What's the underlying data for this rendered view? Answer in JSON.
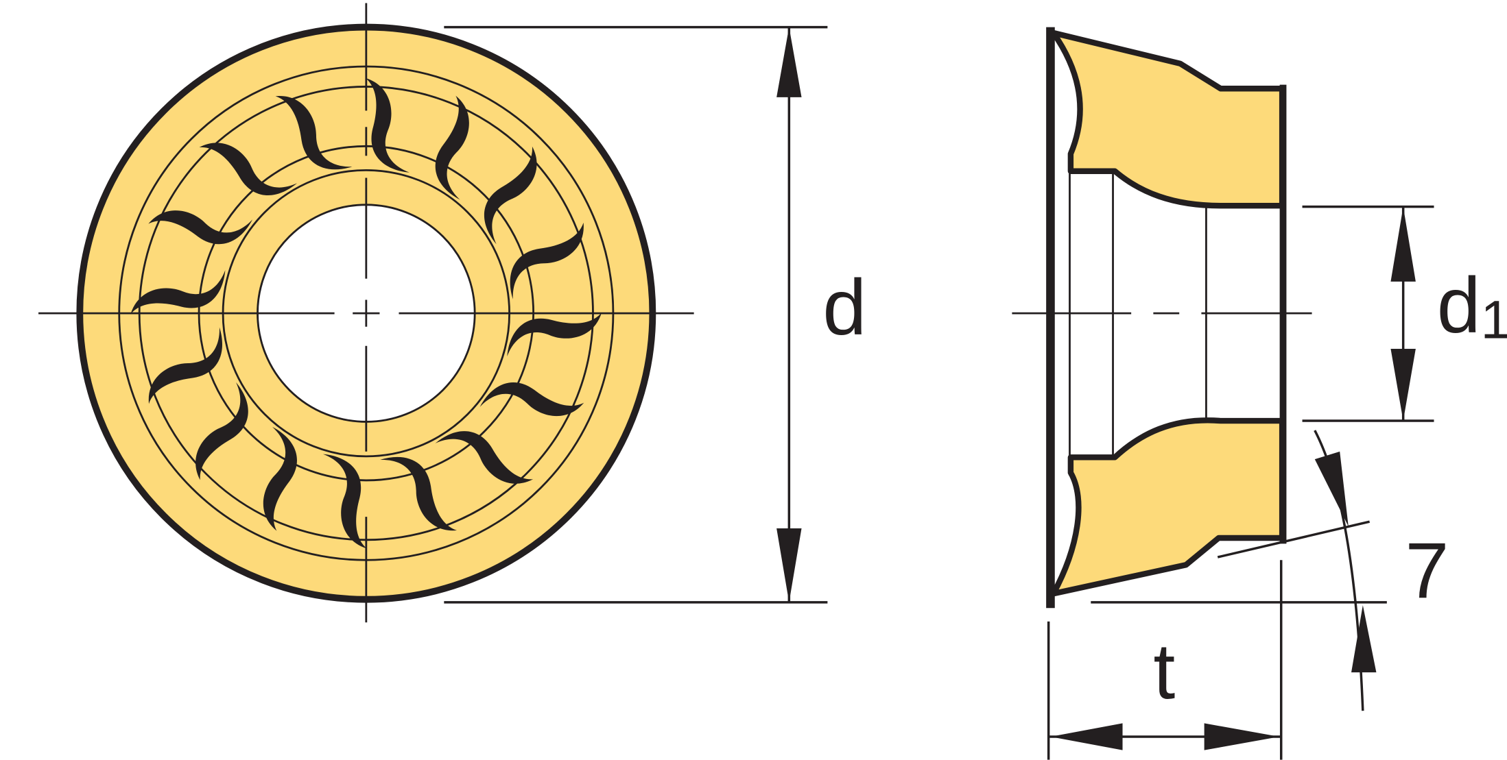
{
  "labels": {
    "diameter": "d",
    "bore_diameter_main": "d",
    "bore_diameter_sub": "1",
    "angle": "7",
    "thickness": "t"
  },
  "colors": {
    "insert_fill": "#FDDA7A",
    "outline": "#231F20",
    "background": "#FFFFFF"
  },
  "chip_breaker_count": 16
}
